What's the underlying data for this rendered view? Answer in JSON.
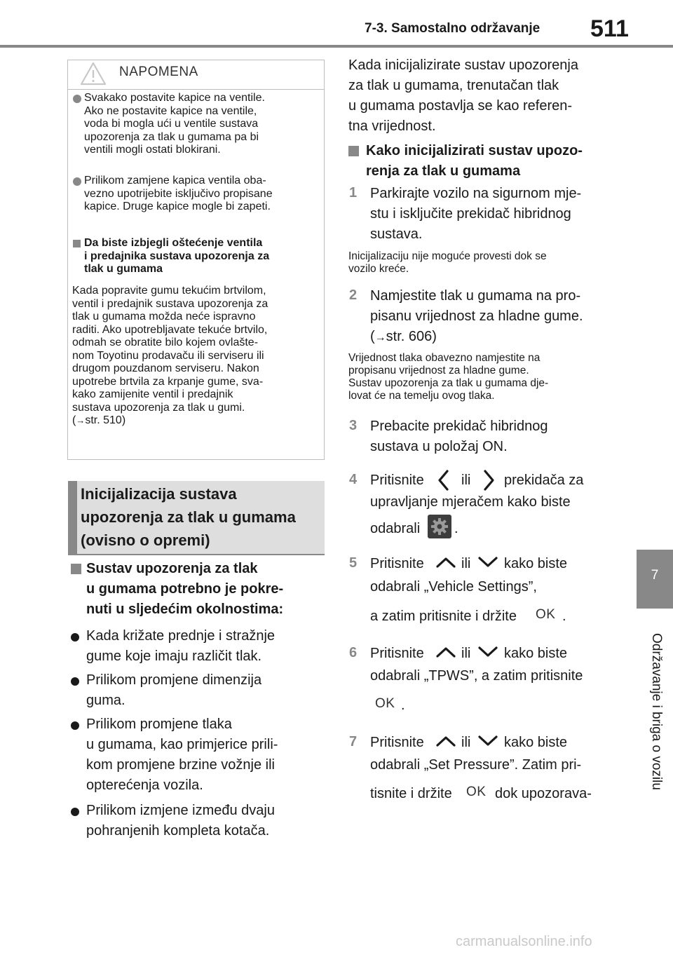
{
  "header": {
    "section": "7-3. Samostalno održavanje",
    "page_number": "511"
  },
  "side_tab": {
    "number": "7",
    "label": "Održavanje i briga o vozilu"
  },
  "notice": {
    "title": "NAPOMENA",
    "bullet1": [
      "Svakako postavite kapice na ventile.",
      "Ako ne postavite kapice na ventile,",
      "voda bi mogla ući u ventile sustava",
      "upozorenja za tlak u gumama pa bi",
      "ventili mogli ostati blokirani."
    ],
    "bullet2": [
      "Prilikom zamjene kapica ventila oba-",
      "vezno upotrijebite isključivo propisane",
      "kapice. Druge kapice mogle bi zapeti."
    ],
    "sub_heading": [
      "Da biste izbjegli oštećenje ventila",
      "i predajnika sustava upozorenja za",
      "tlak u gumama"
    ],
    "sub_text": [
      "Kada popravite gumu tekućim brtvilom,",
      "ventil i predajnik sustava upozorenja za",
      "tlak u gumama možda neće ispravno",
      "raditi. Ako upotrebljavate tekuće brtvilo,",
      "odmah se obratite bilo kojem ovlašte-",
      "nom Toyotinu prodavaču ili serviseru ili",
      "drugom pouzdanom serviseru. Nakon",
      "upotrebe brtvila za krpanje gume, sva-",
      "kako zamijenite ventil i predajnik",
      "sustava upozorenja za tlak u gumi."
    ],
    "sub_ref": "str. 510"
  },
  "section_heading": [
    "Inicijalizacija sustava",
    "upozorenja za tlak u gumama",
    "(ovisno o opremi)"
  ],
  "left": {
    "sub_heading": [
      "Sustav upozorenja za tlak",
      "u gumama potrebno je pokre-",
      "nuti u sljedećim okolnostima:"
    ],
    "bullets": [
      [
        "Kada križate prednje i stražnje",
        "gume koje imaju različit tlak."
      ],
      [
        "Prilikom promjene dimenzija",
        "guma."
      ],
      [
        "Prilikom promjene tlaka",
        "u gumama, kao primjerice prili-",
        "kom promjene brzine vožnje ili",
        "opterećenja vozila."
      ],
      [
        "Prilikom izmjene između dvaju",
        "pohranjenih kompleta kotača."
      ]
    ]
  },
  "right": {
    "intro": [
      "Kada inicijalizirate sustav upozorenja",
      "za tlak u gumama, trenutačan tlak",
      "u gumama postavlja se kao referen-",
      "tna vrijednost."
    ],
    "sub_heading": [
      "Kako inicijalizirati sustav upozo-",
      "renja za tlak u gumama"
    ],
    "step1": {
      "num": "1",
      "lines": [
        "Parkirajte vozilo na sigurnom mje-",
        "stu i isključite prekidač hibridnog",
        "sustava."
      ],
      "note": [
        "Inicijalizaciju nije moguće provesti dok se",
        "vozilo kreće."
      ]
    },
    "step2": {
      "num": "2",
      "lines": [
        "Namjestite tlak u gumama na pro-",
        "pisanu vrijednost za hladne gume."
      ],
      "ref": "str. 606)",
      "note": [
        "Vrijednost tlaka obavezno namjestite na",
        "propisanu vrijednost za hladne gume.",
        "Sustav upozorenja za tlak u gumama dje-",
        "lovat će na temelju ovog tlaka."
      ]
    },
    "step3": {
      "num": "3",
      "lines": [
        "Prebacite prekidač hibridnog",
        "sustava u položaj ON."
      ]
    },
    "step4": {
      "num": "4",
      "a": "Pritisnite",
      "b": "ili",
      "c": "prekidača za",
      "line2": "upravljanje mjeračem kako biste",
      "line3": "odabrali",
      "end": "."
    },
    "step5": {
      "num": "5",
      "a": "Pritisnite",
      "b": "ili",
      "c": "kako biste",
      "line2": "odabrali „Vehicle Settings”,",
      "line3": "a zatim pritisnite i držite",
      "end": "."
    },
    "step6": {
      "num": "6",
      "a": "Pritisnite",
      "b": "ili",
      "c": "kako biste",
      "line2": "odabrali „TPWS”, a zatim pritisnite",
      "end": "."
    },
    "step7": {
      "num": "7",
      "a": "Pritisnite",
      "b": "ili",
      "c": "kako biste",
      "line2": "odabrali „Set Pressure”. Zatim pri-",
      "line3a": "tisnite i držite",
      "line3b": "dok upozorava-"
    },
    "ok_label": "OK"
  },
  "watermark": "carmanualsonline.info",
  "colors": {
    "accent_gray": "#888888",
    "heading_bg": "#dedede",
    "border": "#bdbdbd"
  }
}
